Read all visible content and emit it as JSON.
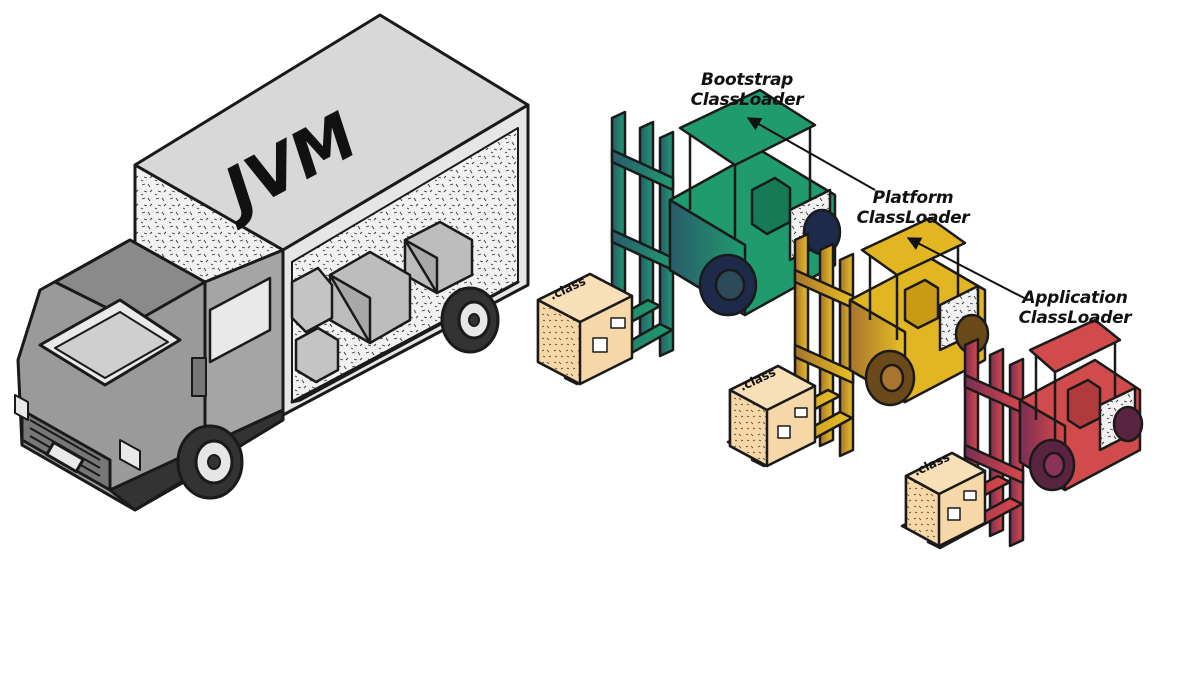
{
  "truck": {
    "label": "JVM"
  },
  "loaders": [
    {
      "line1": "Bootstrap",
      "line2": "ClassLoader",
      "color": "#1f9b6e"
    },
    {
      "line1": "Platform",
      "line2": "ClassLoader",
      "color": "#e2b622"
    },
    {
      "line1": "Application",
      "line2": "ClassLoader",
      "color": "#d14a4c"
    }
  ],
  "box_label": ".class",
  "colors": {
    "truck_body": "#9a9a9a",
    "truck_cargo": "#d8d8d8",
    "box": "#f5d7a8",
    "outline": "#1a1a1a"
  }
}
